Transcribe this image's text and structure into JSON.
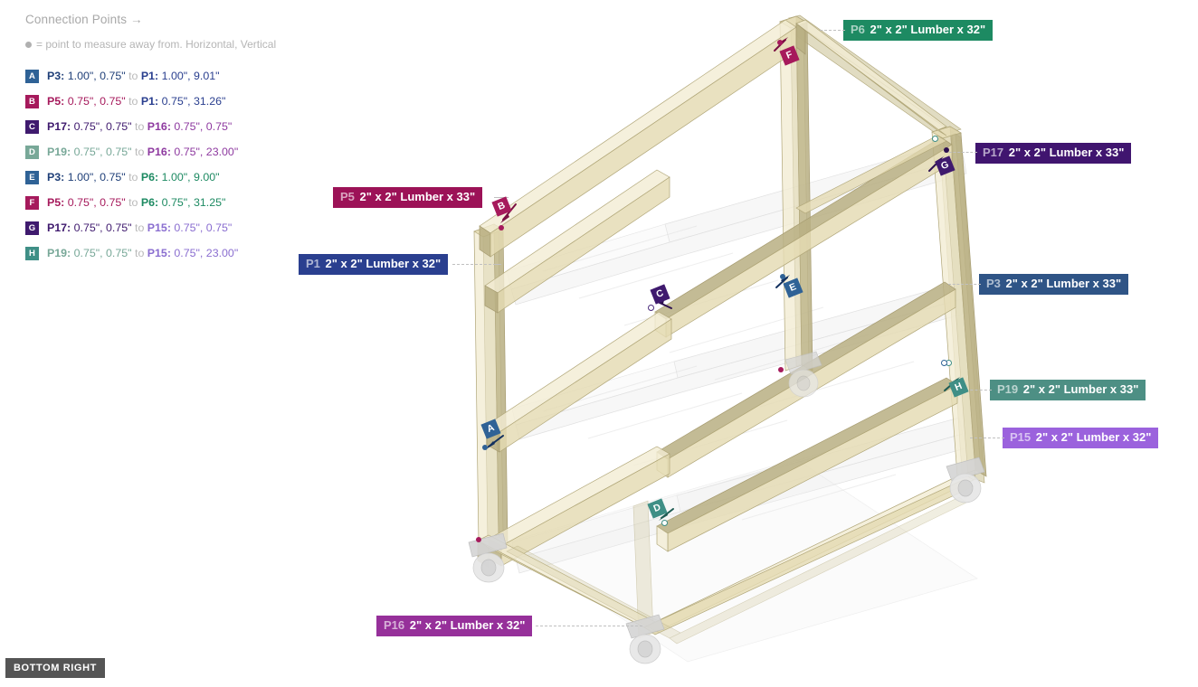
{
  "legend": {
    "title": "Connection Points →",
    "subtitle": "= point to measure away from. Horizontal, Vertical",
    "rows": [
      {
        "key": "A",
        "badge_color": "#2f6296",
        "from_id": "P3:",
        "from_val": " 1.00\", 0.75\" ",
        "to": "to ",
        "target_id": "P1:",
        "target_val": " 1.00\", 9.01\"",
        "from_color": "#1f3f78",
        "target_color": "#2a3f8f"
      },
      {
        "key": "B",
        "badge_color": "#a61a5c",
        "from_id": "P5:",
        "from_val": " 0.75\", 0.75\" ",
        "to": "to ",
        "target_id": "P1:",
        "target_val": " 0.75\", 31.26\"",
        "from_color": "#a61a5c",
        "target_color": "#2a3f8f"
      },
      {
        "key": "C",
        "badge_color": "#3f1a6e",
        "from_id": "P17:",
        "from_val": " 0.75\", 0.75\" ",
        "to": "to ",
        "target_id": "P16:",
        "target_val": " 0.75\", 0.75\"",
        "from_color": "#3f1a6e",
        "target_color": "#8e3aa0"
      },
      {
        "key": "D",
        "badge_color": "#78a898",
        "from_id": "P19:",
        "from_val": " 0.75\", 0.75\" ",
        "to": "to ",
        "target_id": "P16:",
        "target_val": " 0.75\", 23.00\"",
        "from_color": "#78a898",
        "target_color": "#8e3aa0"
      },
      {
        "key": "E",
        "badge_color": "#2f6296",
        "from_id": "P3:",
        "from_val": " 1.00\", 0.75\" ",
        "to": "to ",
        "target_id": "P6:",
        "target_val": " 1.00\", 9.00\"",
        "from_color": "#1f3f78",
        "target_color": "#1d8a62"
      },
      {
        "key": "F",
        "badge_color": "#a61a5c",
        "from_id": "P5:",
        "from_val": " 0.75\", 0.75\" ",
        "to": "to ",
        "target_id": "P6:",
        "target_val": " 0.75\", 31.25\"",
        "from_color": "#a61a5c",
        "target_color": "#1d8a62"
      },
      {
        "key": "G",
        "badge_color": "#3f1a6e",
        "from_id": "P17:",
        "from_val": " 0.75\", 0.75\" ",
        "to": "to ",
        "target_id": "P15:",
        "target_val": " 0.75\", 0.75\"",
        "from_color": "#3f1a6e",
        "target_color": "#8a6ed0"
      },
      {
        "key": "H",
        "badge_color": "#3f8f86",
        "from_id": "P19:",
        "from_val": " 0.75\", 0.75\" ",
        "to": "to ",
        "target_id": "P15:",
        "target_val": " 0.75\", 23.00\"",
        "from_color": "#78a898",
        "target_color": "#8a6ed0"
      }
    ]
  },
  "view_badge": {
    "label": "BOTTOM RIGHT"
  },
  "part_labels": [
    {
      "id": "P6",
      "desc": "2\" x 2\" Lumber x 32\"",
      "color": "#1d8a62"
    },
    {
      "id": "P17",
      "desc": "2\" x 2\" Lumber x 33\"",
      "color": "#40156f"
    },
    {
      "id": "P5",
      "desc": "2\" x 2\" Lumber x 33\"",
      "color": "#9c1257"
    },
    {
      "id": "P1",
      "desc": "2\" x 2\" Lumber x 32\"",
      "color": "#2a3f8f"
    },
    {
      "id": "P3",
      "desc": "2\" x 2\" Lumber x 33\"",
      "color": "#2f5486"
    },
    {
      "id": "P19",
      "desc": "2\" x 2\" Lumber x 33\"",
      "color": "#4d8f84"
    },
    {
      "id": "P15",
      "desc": "2\" x 2\" Lumber x 32\"",
      "color": "#9b62dd"
    },
    {
      "id": "P16",
      "desc": "2\" x 2\" Lumber x 32\"",
      "color": "#96309a"
    }
  ],
  "markers": [
    {
      "key": "A",
      "color": "#2f6296"
    },
    {
      "key": "B",
      "color": "#a61a5c"
    },
    {
      "key": "C",
      "color": "#3f1a6e"
    },
    {
      "key": "D",
      "color": "#3f8f86"
    },
    {
      "key": "E",
      "color": "#2f6296"
    },
    {
      "key": "F",
      "color": "#a61a5c"
    },
    {
      "key": "G",
      "color": "#3f1a6e"
    },
    {
      "key": "H",
      "color": "#3f8f86"
    }
  ],
  "model": {
    "wood_light": "#f2ecd3",
    "wood_mid": "#e2d9ae",
    "wood_dark": "#b5ab7e",
    "wood_edge": "#b0a678",
    "panel": "#ececec",
    "caster": "#e8e8e8"
  }
}
